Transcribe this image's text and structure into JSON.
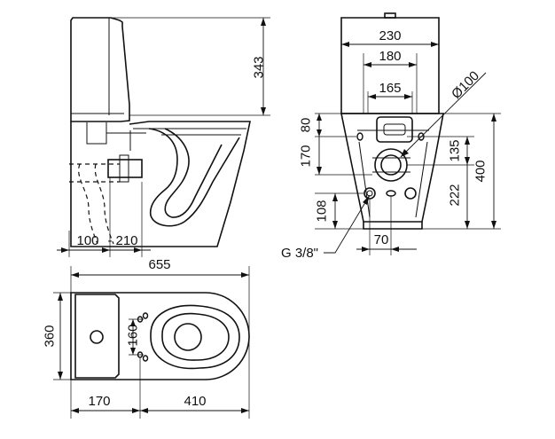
{
  "side_view": {
    "dims": {
      "height_cistern": "343",
      "outlet_min": "100",
      "outlet_max": "210"
    },
    "dim_separator": "-"
  },
  "front_view": {
    "dims": {
      "width_top": "230",
      "width_mid": "180",
      "width_inner": "165",
      "diameter": "Ø100",
      "height_80": "80",
      "height_170": "170",
      "height_108": "108",
      "height_135": "135",
      "height_222": "222",
      "height_400": "400",
      "width_70": "70"
    },
    "thread_label": "G 3/8\""
  },
  "top_view": {
    "dims": {
      "length": "655",
      "width": "360",
      "cistern_depth": "170",
      "bowl_depth": "410",
      "fixing_spacing": "160"
    }
  }
}
